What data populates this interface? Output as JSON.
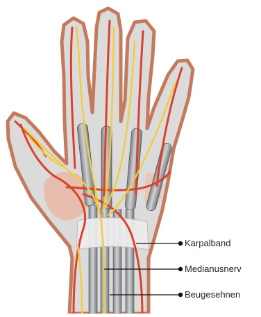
{
  "labels": {
    "carpal_ligament": "Karpalband",
    "median_nerve": "Medianusnerv",
    "flexor_tendons": "Beugesehnen"
  },
  "colors": {
    "skin_outline": "#c47a5d",
    "skin_fill": "#dcdbdc",
    "artery": "#d8432c",
    "nerve": "#f2cc3c",
    "tendon": "#a9aaac",
    "leader_line": "#111111"
  }
}
